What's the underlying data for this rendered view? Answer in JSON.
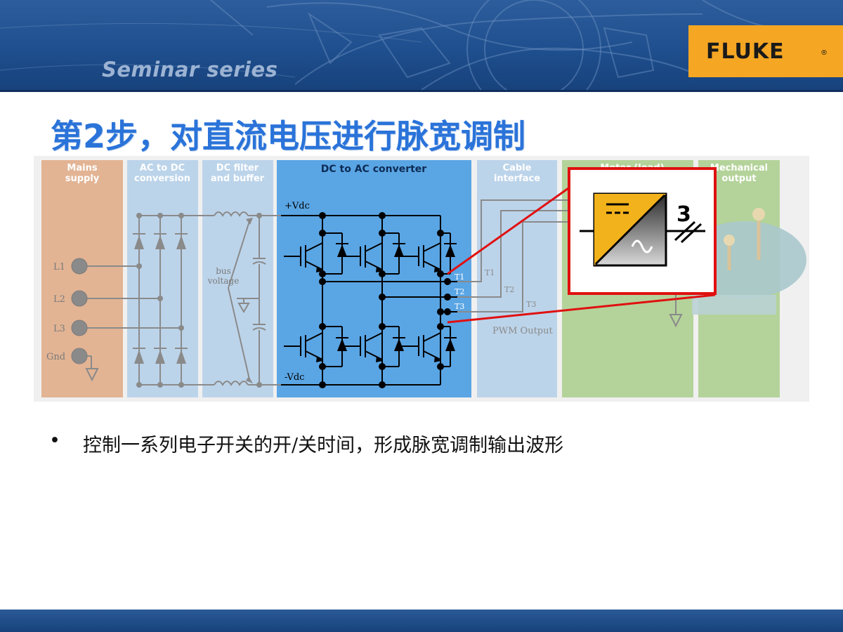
{
  "header": {
    "series_label": "Seminar series"
  },
  "brand": {
    "name": "FLUKE",
    "registered": "®",
    "color": "#f5a623"
  },
  "slide": {
    "title": "第2步，对直流电压进行脉宽调制",
    "bullets": [
      {
        "marker": "•",
        "text": "控制一系列电子开关的开/关时间，形成脉宽调制输出波形"
      }
    ]
  },
  "diagram": {
    "sections": [
      {
        "id": "mains",
        "line1": "Mains",
        "line2": "supply",
        "color": "#e2b494"
      },
      {
        "id": "acdc",
        "line1": "AC to DC",
        "line2": "conversion",
        "color": "#bcd4ea"
      },
      {
        "id": "dcfilter",
        "line1": "DC filter",
        "line2": "and buffer",
        "color": "#bcd4ea"
      },
      {
        "id": "dcac",
        "line1": "DC to AC converter",
        "line2": "",
        "color": "#5aa5e4"
      },
      {
        "id": "cable",
        "line1": "Cable",
        "line2": "interface",
        "color": "#bcd4ea"
      },
      {
        "id": "motor",
        "line1": "Motor (load)",
        "line2": "",
        "color": "#b4d39a"
      },
      {
        "id": "mech",
        "line1": "Mechanical",
        "line2": "output",
        "color": "#b4d39a"
      }
    ],
    "inputs": [
      "L1",
      "L2",
      "L3",
      "Gnd"
    ],
    "bus_label": [
      "bus",
      "voltage"
    ],
    "vplus": "+Vdc",
    "vminus": "-Vdc",
    "outputs": [
      "T1",
      "T2",
      "T3"
    ],
    "pwm_label": "PWM Output",
    "inset": {
      "number": "3",
      "highlight_color": "#e01010"
    }
  }
}
